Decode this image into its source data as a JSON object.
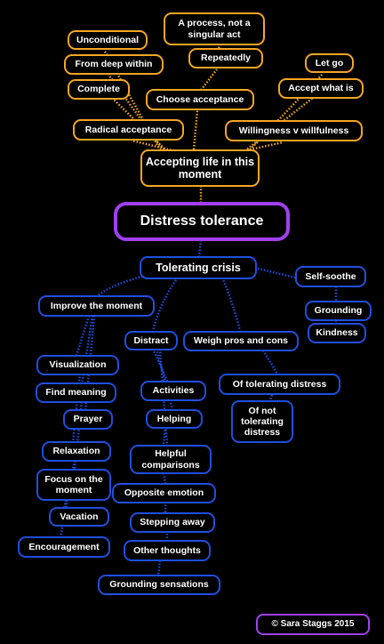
{
  "central": "Distress tolerance",
  "accepting": {
    "root": "Accepting life in this moment",
    "radical": "Radical acceptance",
    "complete": "Complete",
    "deep": "From deep within",
    "unconditional": "Unconditional",
    "choose": "Choose acceptance",
    "repeatedly": "Repeatedly",
    "process": "A process, not a singular act",
    "willingness": "Willingness v willfulness",
    "accept_what_is": "Accept what is",
    "let_go": "Let go"
  },
  "crisis": {
    "root": "Tolerating crisis",
    "self_soothe": "Self-soothe",
    "grounding": "Grounding",
    "kindness": "Kindness",
    "improve": "Improve the moment",
    "visualization": "Visualization",
    "find_meaning": "Find meaning",
    "prayer": "Prayer",
    "relaxation": "Relaxation",
    "focus": "Focus on the moment",
    "vacation": "Vacation",
    "encouragement": "Encouragement",
    "distract": "Distract",
    "activities": "Activities",
    "helping": "Helping",
    "helpful_comparisons": "Helpful comparisons",
    "opposite_emotion": "Opposite emotion",
    "stepping_away": "Stepping away",
    "other_thoughts": "Other thoughts",
    "grounding_sensations": "Grounding sensations",
    "pros_cons": "Weigh pros and cons",
    "of_tolerating": "Of tolerating distress",
    "of_not_tolerating": "Of not tolerating distress"
  },
  "credit": "© Sara Staggs 2015",
  "colors": {
    "background": "#000000",
    "orange": "#f5a623",
    "blue": "#1f4fe0",
    "purple": "#a040f0"
  }
}
